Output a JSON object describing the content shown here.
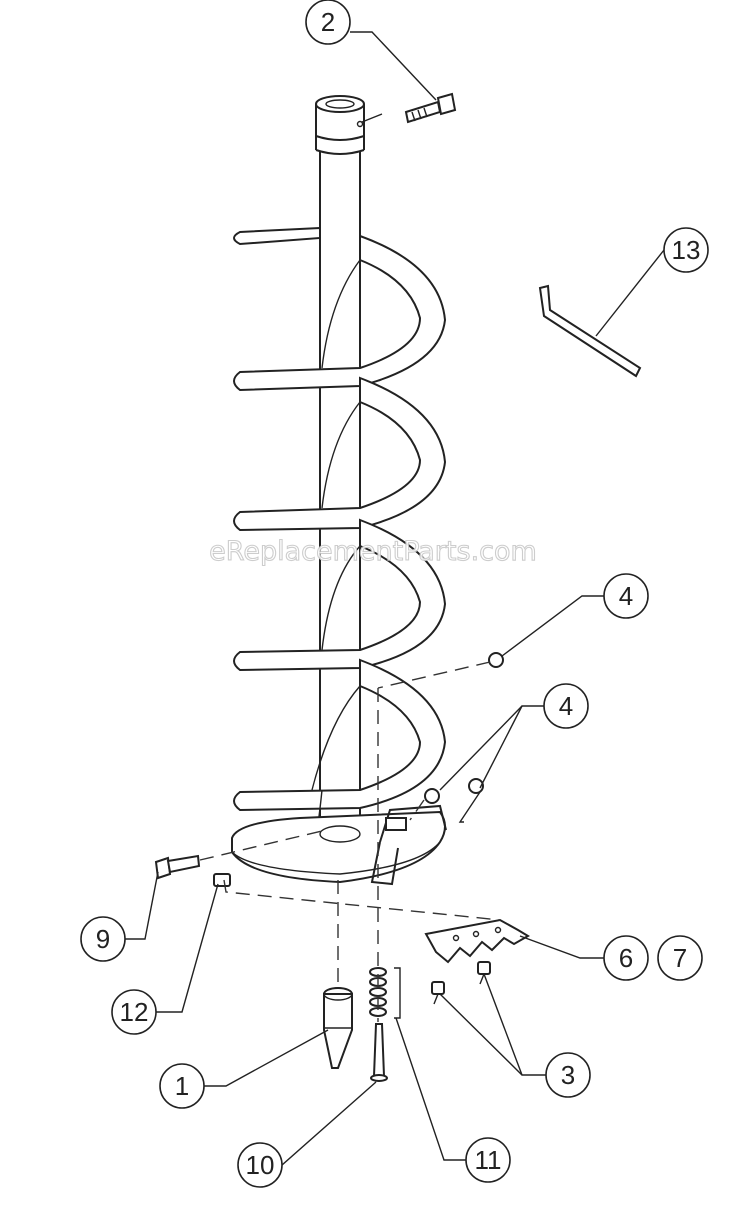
{
  "watermark": "eReplacementParts.com",
  "callouts": [
    {
      "id": "c2",
      "label": "2"
    },
    {
      "id": "c13",
      "label": "13"
    },
    {
      "id": "c4a",
      "label": "4"
    },
    {
      "id": "c4b",
      "label": "4"
    },
    {
      "id": "c6",
      "label": "6"
    },
    {
      "id": "c7",
      "label": "7"
    },
    {
      "id": "c9",
      "label": "9"
    },
    {
      "id": "c12",
      "label": "12"
    },
    {
      "id": "c1",
      "label": "1"
    },
    {
      "id": "c3",
      "label": "3"
    },
    {
      "id": "c10",
      "label": "10"
    },
    {
      "id": "c11",
      "label": "11"
    }
  ]
}
